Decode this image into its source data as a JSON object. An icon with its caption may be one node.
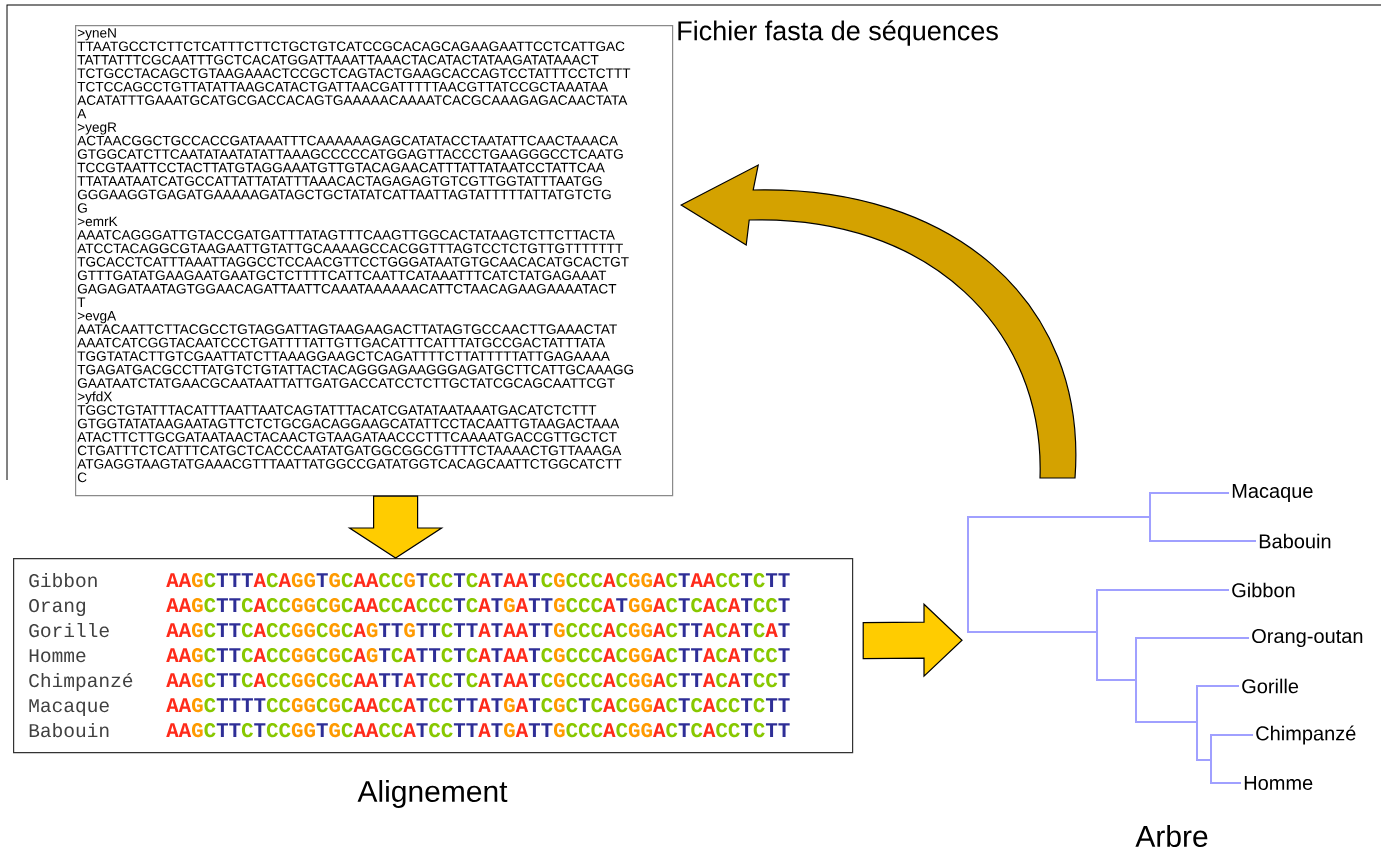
{
  "diagram": {
    "nodes": [
      {
        "text": [
          ">yneN",
          "TTAATGCCTCTTCTCATTTCTTCTGCTGTCATCCGCACAGCAGAAGAATTCCTCATTGAC",
          "TATTATTTCGCAATTTGCTCACATGGATTAAATTAAACTACATACTATAAGATATAAACT",
          "TCTGCCTACAGCTGTAAGAAACTCCGCTCAGTACTGAAGCACCAGTCCTATTTCCTCTTT",
          "TCTCCAGCCTGTTATATTAAGCATACTGATTAACGATTTTTAACGTTATCCGCTAAATAA",
          "ACATATTTGAAATGCATGCGACCACAGTGAAAAACAAAATCACGCAAAGAGACAACTATA",
          "A",
          ">yegR",
          "ACTAACGGCTGCCACCGATAAATTTCAAAAAAGAGCATATACCTAATATTCAACTAAACA",
          "GTGGCATCTTCAATATAATATATTAAAGCCCCCATGGAGTTACCCTGAAGGGCCTCAATG",
          "TCCGTAATTCCTACTTATGTAGGAAATGTTGTACAGAACATTTATTATAATCCTATTCAA",
          "TTATAATAATCATGCCATTATTATATTTAAACACTAGAGAGTGTCGTTGGTATTTAATGG",
          "GGGAAGGTGAGATGAAAAAGATAGCTGCTATATCATTAATTAGTATTTTTATTATGTCTG",
          "G",
          ">emrK",
          "AAATCAGGGATTGTACCGATGATTTATAGTTTCAAGTTGGCACTATAAGTCTTCTTACTA",
          "ATCCTACAGGCGTAAGAATTGTATTGCAAAAGCCACGGTTTAGTCCTCTGTTGTTTTTTT",
          "TGCACCTCATTTAAATTAGGCCTCCAACGTTCCTGGGATAATGTGCAACACATGCACTGT",
          "GTTTGATATGAAGAATGAATGCTCTTTTCATTCAATTCATAAATTTCATCTATGAGAAAT",
          "GAGAGATAATAGTGGAACAGATTAATTCAAATAAAAAACATTCTAACAGAAGAAAATACT",
          "T",
          ">evgA",
          "AATACAATTCTTACGCCTGTAGGATTAGTAAGAAGACTTATAGTGCCAACTTGAAACTAT",
          "AAATCATCGGTACAATCCCTGATTTTATTGTTGACATTTCATTTATGCCGACTATTTATA",
          "TGGTATACTTGTCGAATTATCTTAAAGGAAGCTCAGATTTTCTTATTTTTATTGAGAAAA",
          "TGAGATGACGCCTTATGTCTGTATTACTACAGGGAGAAGGGAGATGCTTCATTGCAAAGG",
          "GAATAATCTATGAACGCAATAATTATTGATGACCATCCTCTTGCTATCGCAGCAATTCGT",
          ">yfdX",
          "TGGCTGTATTTACATTTAATTAATCAGTATTTACATCGATATAATAAATGACATCTCTTT",
          "GTGGTATATAAGAATAGTTCTCTGCGACAGGAAGCATATTCCTACAATTGTAAGACTAAA",
          "ATACTTCTTGCGATAATAACTACAACTGTAAGATAACCCTTTCAAAATGACCGTTGCTCT",
          "CTGATTTCTCATTTCATGCTCACCCAATATGATGGCGGCGTTTTCTAAAACTGTTAAAGA",
          "ATGAGGTAAGTATGAAACGTTTAATTATGGCCGATATGGTCACAGCAATTCTGGCATCTT",
          "C"
        ],
        "beside": [
          "Fichier fasta de séquences"
        ]
      },
      {
        "text": [
          "Gibbon",
          "AAGCTTTACAGGTGCAACCGTCCTCATAATCGCCCACGGACTAACCTCTT",
          "Orang",
          "AAGCTTCACCGGCGCAACCACCCTCATGATTGCCCATGGACTCACATCCT",
          "Gorille",
          "AAGCTTCACCGGCGCAGTTGTTCTTATAATTGCCCACGGACTTACATCAT",
          "Homme",
          "AAGCTTCACCGGCGCAGTCATTCTCATAATCGCCCACGGACTTACATCCT",
          "Chimpanzé",
          "AAGCTTCACCGGCGCAATTATCCTCATAATCGCCCACGGACTTACATCCT",
          "Macaque",
          "AAGCTTTTCCGGCGCAACCATCCTTATGATCGCTCACGGACTCACCTCTT",
          "Babouin",
          "AAGCTTCTCCGGTGCAACCATCCTTATGATTGCCCACGGACTCACCTCTT"
        ],
        "beside": [
          "Alignement"
        ]
      },
      {
        "text": [
          "Macaque",
          "Babouin",
          "Gibbon",
          "Orang-outan",
          "Gorille",
          "Chimpanzé",
          "Homme"
        ],
        "beside": [
          "Arbre"
        ]
      }
    ],
    "edges": [
      {
        "from": 0,
        "to": 1,
        "arrow": "to"
      },
      {
        "from": 1,
        "to": 2,
        "arrow": "to"
      },
      {
        "from": 2,
        "to": 0,
        "arrow": "to",
        "color": "#d4a200"
      }
    ]
  }
}
